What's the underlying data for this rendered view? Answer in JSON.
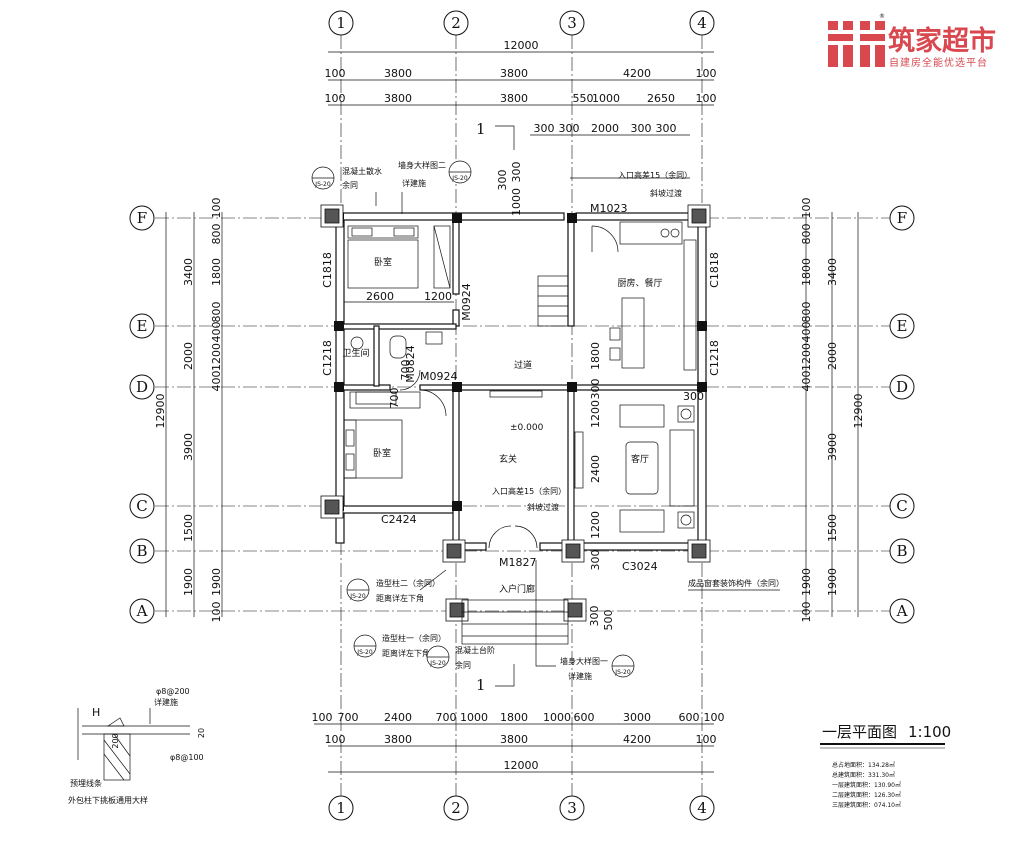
{
  "brand": {
    "name": "筑家超市",
    "tagline": "自建房全能优选平台",
    "color": "#d9474f"
  },
  "axes": {
    "x": [
      "1",
      "2",
      "3",
      "4"
    ],
    "y": [
      "F",
      "E",
      "D",
      "C",
      "B",
      "A"
    ]
  },
  "dims_top": {
    "total": "12000",
    "row1": [
      "100",
      "3800",
      "3800",
      "4200",
      "100"
    ],
    "row2": [
      "100",
      "3800",
      "3800",
      "550",
      "1000",
      "2650",
      "100"
    ],
    "row3": [
      "300",
      "300",
      "2000",
      "300",
      "300"
    ]
  },
  "dims_bottom": {
    "row1": [
      "100",
      "700",
      "2400",
      "700",
      "1000",
      "1800",
      "1000",
      "600",
      "3000",
      "600",
      "100"
    ],
    "row2": [
      "100",
      "3800",
      "3800",
      "4200",
      "100"
    ],
    "total": "12000"
  },
  "dims_left": {
    "outer": [
      "3400",
      "2000",
      "3900",
      "1500",
      "1900"
    ],
    "inner": [
      "100",
      "800",
      "1800",
      "800",
      "400",
      "1200",
      "400",
      "1900",
      "100"
    ],
    "total": "12900"
  },
  "dims_right": {
    "outer": [
      "3400",
      "2000",
      "3900",
      "1500",
      "1900"
    ],
    "inner": [
      "100",
      "800",
      "1800",
      "800",
      "400",
      "1200",
      "400",
      "1900",
      "100"
    ],
    "total": "12900"
  },
  "mid_dims": {
    "d2600": "2600",
    "d1200": "1200",
    "d700a": "700",
    "d700b": "700",
    "d1800": "1800",
    "d300": "300",
    "d1200a": "1200",
    "d2400": "2400",
    "d1200b": "1200",
    "d300b": "300",
    "d1000": "1000",
    "d300c": "300",
    "d500": "500",
    "d300d": "300",
    "d300e": "300"
  },
  "rooms": {
    "bedroom_top": "卧室",
    "bedroom_bottom": "卧室",
    "bathroom": "卫生间",
    "corridor": "过道",
    "kitchen": "厨房、餐厅",
    "foyer": "玄关",
    "living": "客厅",
    "entrance": "入户门廊",
    "elevation": "±0.000"
  },
  "openings": {
    "c1818_left": "C1818",
    "c1218_left": "C1218",
    "c1818_right": "C1818",
    "c1218_right": "C1218",
    "m0924_a": "M0924",
    "m0924_b": "M0924",
    "m0824": "M0824",
    "m1023": "M1023",
    "m1827": "M1827",
    "c2424": "C2424",
    "c3024": "C3024"
  },
  "notes": {
    "slab_edge": "混凝土散水",
    "same": "余同",
    "wall_detail2": "墙身大样图二",
    "see_detail": "详建施",
    "entry_diff_top": "入口高差15（余同）",
    "slope_top": "斜坡过渡",
    "entry_diff_mid": "入口高差15（余同）",
    "slope_mid": "斜坡过渡",
    "finished_window": "成品窗套装饰构件（余同）",
    "shape_col2": "造型柱二（余同）",
    "shape_col2_b": "距离详左下角",
    "shape_col1": "造型柱一（余同）",
    "shape_col1_b": "距离详左下角",
    "concrete_step": "混凝土台阶",
    "same2": "余同",
    "wall_detail1": "墙身大样图一",
    "see_detail2": "详建施",
    "js20": "JS-20",
    "section_mark": "1"
  },
  "detail": {
    "caption": "外包柱下挑板通用大样",
    "h": "H",
    "rebar1": "φ8@200",
    "rebar1_note": "详建施",
    "rebar2": "φ8@100",
    "d200": "200",
    "d20": "20",
    "label": "预埋线条"
  },
  "drawing_title": {
    "name": "一层平面图",
    "scale": "1:100"
  },
  "areas": [
    "总占地面积：134.28㎡",
    "总建筑面积：331.30㎡",
    "一层建筑面积：130.90㎡",
    "二层建筑面积：126.30㎡",
    "三层建筑面积：074.10㎡"
  ]
}
